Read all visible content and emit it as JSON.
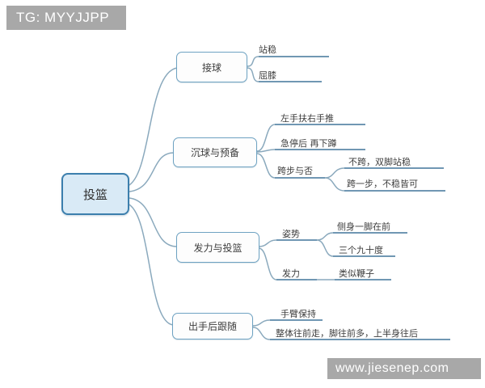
{
  "watermarks": {
    "top_left": "TG: MYYJJPP",
    "bottom_right": "www.jiesenep.com"
  },
  "colors": {
    "root_fill": "#d9eaf6",
    "root_border": "#3c7fad",
    "branch_border": "#6ea2c2",
    "connector": "#8aa9bd",
    "underline": "#5c88a8",
    "text": "#3d3d3d",
    "watermark_bg": "#a8a8a8",
    "watermark_text": "#ffffff"
  },
  "map": {
    "root": {
      "label": "投篮"
    },
    "branches": [
      {
        "label": "接球",
        "children": [
          {
            "label": "站稳"
          },
          {
            "label": "屈膝"
          }
        ]
      },
      {
        "label": "沉球与预备",
        "children": [
          {
            "label": "左手扶右手推"
          },
          {
            "label": "急停后 再下蹲"
          },
          {
            "label": "跨步与否",
            "children": [
              {
                "label": "不跨，双脚站稳"
              },
              {
                "label": "跨一步，不稳皆可"
              }
            ]
          }
        ]
      },
      {
        "label": "发力与投篮",
        "children": [
          {
            "label": "姿势",
            "children": [
              {
                "label": "侧身一脚在前"
              },
              {
                "label": "三个九十度"
              }
            ]
          },
          {
            "label": "发力",
            "children": [
              {
                "label": "类似鞭子"
              }
            ]
          }
        ]
      },
      {
        "label": "出手后跟随",
        "children": [
          {
            "label": "手臂保持"
          },
          {
            "label": "整体往前走，脚往前多，上半身往后"
          }
        ]
      }
    ]
  }
}
